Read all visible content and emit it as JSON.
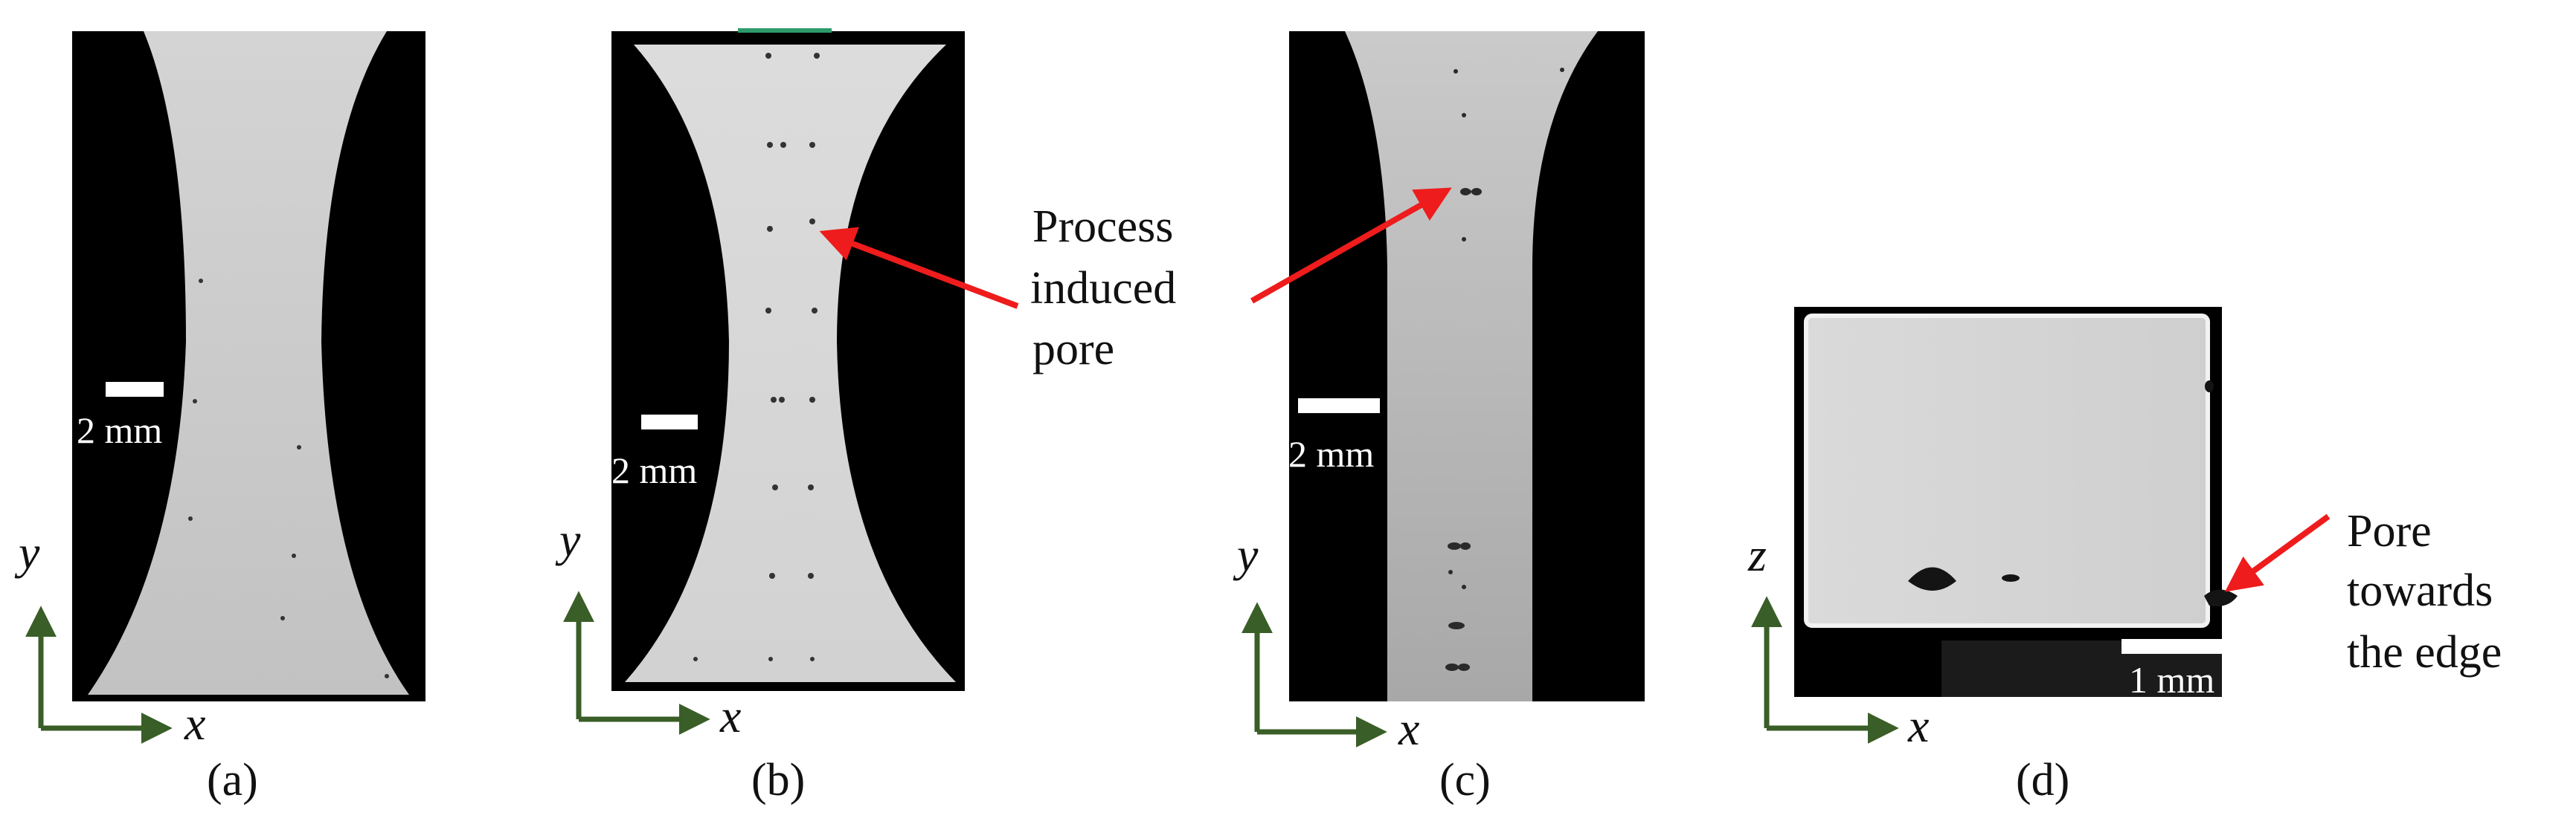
{
  "panels": [
    {
      "id": "a",
      "label": "(a)",
      "scale_text": "2 mm",
      "axis_x": "x",
      "axis_y": "y"
    },
    {
      "id": "b",
      "label": "(b)",
      "scale_text": "2 mm",
      "axis_x": "x",
      "axis_y": "y"
    },
    {
      "id": "c",
      "label": "(c)",
      "scale_text": "2 mm",
      "axis_x": "x",
      "axis_y": "y"
    },
    {
      "id": "d",
      "label": "(d)",
      "scale_text": "1 mm",
      "axis_x": "x",
      "axis_y": "z"
    }
  ],
  "annotations": {
    "process_pore": [
      "Process",
      "induced",
      "pore"
    ],
    "edge_pore": [
      "Pore",
      "towards",
      "the edge"
    ]
  },
  "colors": {
    "arrow": "#ee1c1c",
    "axis": "#3a5e27",
    "background": "#000000",
    "specimen": "#cfcfcf"
  }
}
